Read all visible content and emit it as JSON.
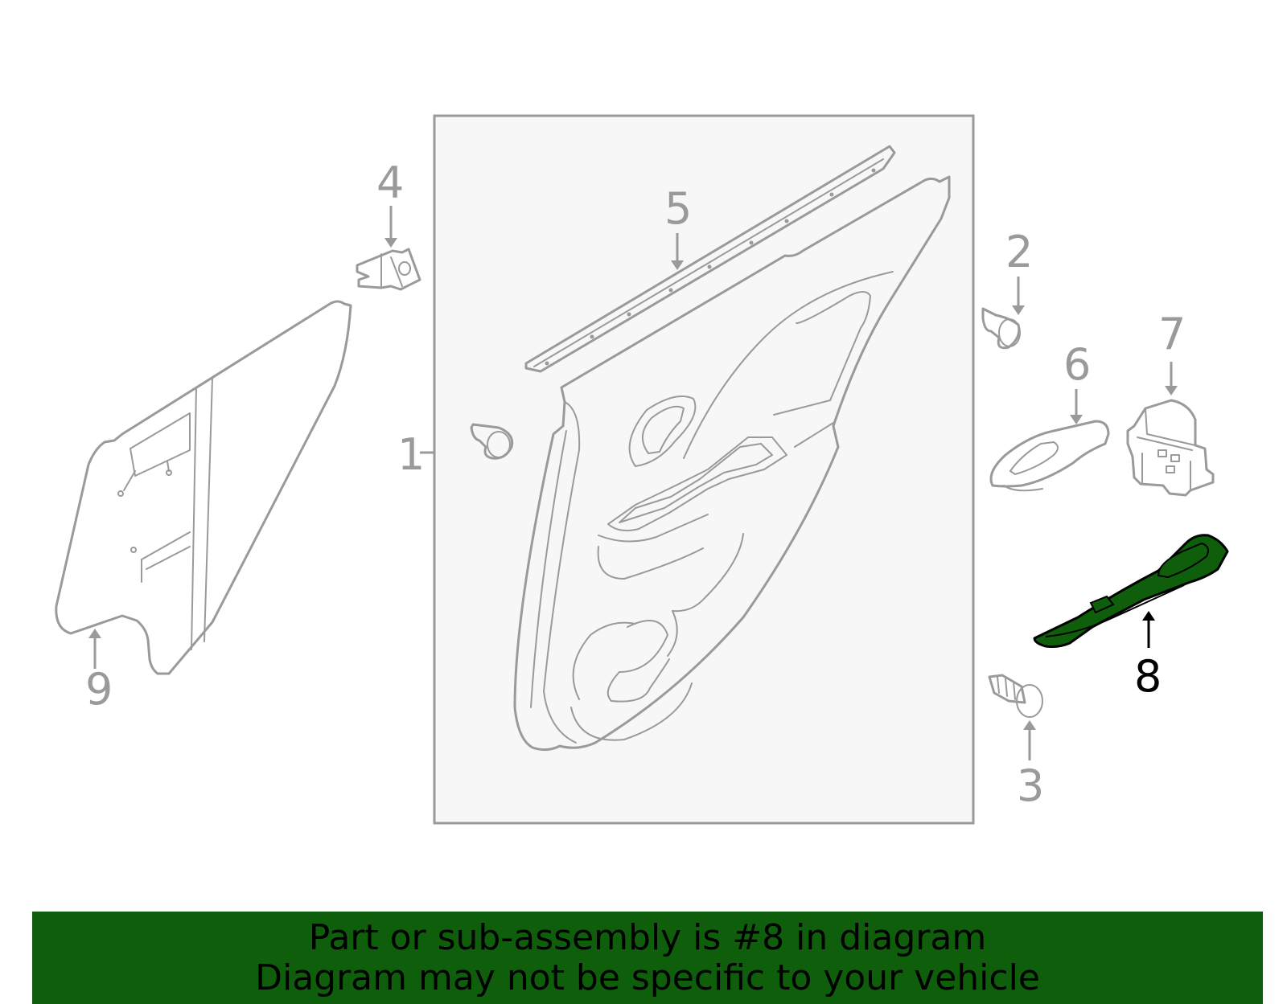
{
  "diagram": {
    "callouts": [
      {
        "id": "1",
        "label": "1",
        "highlighted": false
      },
      {
        "id": "2",
        "label": "2",
        "highlighted": false
      },
      {
        "id": "3",
        "label": "3",
        "highlighted": false
      },
      {
        "id": "4",
        "label": "4",
        "highlighted": false
      },
      {
        "id": "5",
        "label": "5",
        "highlighted": false
      },
      {
        "id": "6",
        "label": "6",
        "highlighted": false
      },
      {
        "id": "7",
        "label": "7",
        "highlighted": false
      },
      {
        "id": "8",
        "label": "8",
        "highlighted": true
      },
      {
        "id": "9",
        "label": "9",
        "highlighted": false
      }
    ],
    "highlight_color": "#0f5e0b",
    "line_color": "#9a9a9a"
  },
  "banner": {
    "line1": "Part or sub-assembly is #8 in diagram",
    "line2": "Diagram may not be specific to your vehicle",
    "background": "#0f5e0b"
  }
}
